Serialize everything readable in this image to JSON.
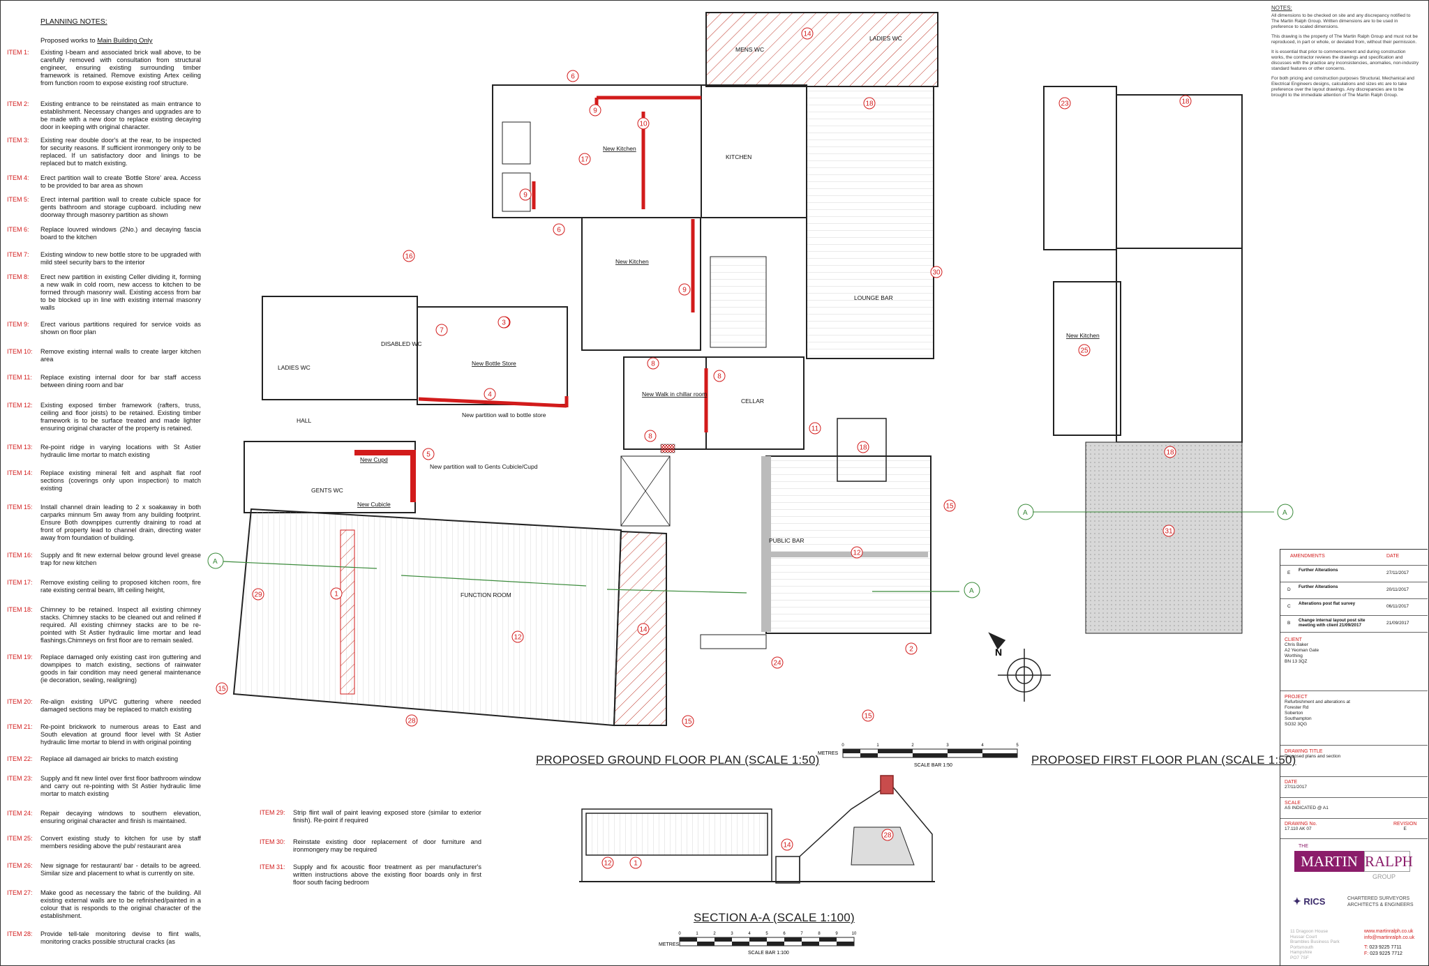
{
  "notes": {
    "title": "PLANNING NOTES:",
    "subtitle_prefix": "Proposed works to ",
    "subtitle_underlined": "Main Building Only",
    "items": [
      {
        "label": "ITEM 1:",
        "text": "Existing I-beam and associated brick wall above, to be carefully removed with consultation from structural engineer, ensuring existing surrounding timber framework is retained. Remove existing Artex ceiling from function room to expose existing roof structure."
      },
      {
        "label": "ITEM 2:",
        "text": "Existing entrance to be reinstated as main entrance to establishment. Necessary changes and upgrades are to be made with a new door to replace existing decaying door in keeping with original character."
      },
      {
        "label": "ITEM 3:",
        "text": "Existing rear double door's at the rear, to be inspected for security reasons. If sufficient ironmongery only to be replaced. If un satisfactory door and linings to be replaced but to match existing."
      },
      {
        "label": "ITEM 4:",
        "text": "Erect partition wall to create 'Bottle Store' area. Access to be provided to bar area as shown"
      },
      {
        "label": "ITEM 5:",
        "text": "Erect internal partition wall to create cubicle space for gents bathroom and storage cupboard. including new doorway through masonry partition as shown"
      },
      {
        "label": "ITEM 6:",
        "text": "Replace louvred windows (2No.) and decaying fascia board to the kitchen"
      },
      {
        "label": "ITEM 7:",
        "text": "Existing window to new bottle store to be upgraded with mild steel security bars to the interior"
      },
      {
        "label": "ITEM 8:",
        "text": "Erect new partition in existing Celler dividing it, forming a new walk in cold room, new access to kitchen to be formed through masonry wall. Existing access from bar to be blocked up in line with existing internal masonry walls"
      },
      {
        "label": "ITEM 9:",
        "text": "Erect various partitions required for service voids as shown on floor plan"
      },
      {
        "label": "ITEM 10:",
        "text": "Remove existing internal walls to create larger kitchen area"
      },
      {
        "label": "ITEM 11:",
        "text": "Replace existing internal door for bar staff access between dining room and bar"
      },
      {
        "label": "ITEM 12:",
        "text": "Existing exposed timber framework (rafters, truss, ceiling and floor joists) to be retained. Existing timber framework is to be surface treated and made lighter ensuring original character of the property is retained."
      },
      {
        "label": "ITEM 13:",
        "text": "Re-point ridge in varying locations with St Astier hydraulic lime mortar to match existing"
      },
      {
        "label": "ITEM 14:",
        "text": "Replace existing mineral felt and asphalt flat roof sections (coverings only upon inspection) to match existing"
      },
      {
        "label": "ITEM 15:",
        "text": "Install channel drain leading to 2 x soakaway in both carparks minnum 5m away from any building footprint. Ensure Both downpipes currently draining to road at front of property lead to channel drain, directing water away from foundation of building."
      },
      {
        "label": "ITEM 16:",
        "text": "Supply and fit new external below ground level grease trap for new kitchen"
      },
      {
        "label": "ITEM 17:",
        "text": "Remove existing ceiling to proposed kitchen room, fire rate existing central beam, lift ceiling height,"
      },
      {
        "label": "ITEM 18:",
        "text": "Chimney to be retained. Inspect all existing chimney stacks. Chimney stacks to be cleaned out and relined if required. All existing chimney stacks are to be re-pointed with St Astier hydraulic lime mortar and lead flashings.Chimneys on first floor are to remain sealed."
      },
      {
        "label": "ITEM 19:",
        "text": "Replace damaged only existing cast iron guttering and downpipes to match existing, sections of rainwater goods in fair condition may need general maintenance (ie decoration, sealing, realigning)"
      },
      {
        "label": "ITEM 20:",
        "text": "Re-align existing UPVC guttering where needed damaged sections may be replaced to match existing"
      },
      {
        "label": "ITEM 21:",
        "text": "Re-point brickwork to numerous areas to East and South elevation at ground floor level with St Astier hydraulic lime mortar to blend in with original pointing"
      },
      {
        "label": "ITEM 22:",
        "text": "Replace all damaged air bricks to match existing"
      },
      {
        "label": "ITEM 23:",
        "text": "Supply and fit new lintel over first floor bathroom window and carry out re-pointing with St Astier hydraulic lime mortar to match existing"
      },
      {
        "label": "ITEM 24:",
        "text": "Repair decaying windows to southern elevation, ensuring original character and finish is maintained."
      },
      {
        "label": "ITEM 25:",
        "text": "Convert existing study to kitchen for use by staff members residing above the pub/ restaurant area"
      },
      {
        "label": "ITEM 26:",
        "text": "New signage for restaurant/ bar - details to be agreed. Similar size and placement to what is currently on site."
      },
      {
        "label": "ITEM 27:",
        "text": "Make good as necessary the fabric of the building. All existing external walls are to be refinished/painted in a colour that is responds to the original character of the establishment."
      },
      {
        "label": "ITEM 28:",
        "text": "Provide tell-tale monitoring devise to flint walls, monitoring cracks possible structural cracks (as"
      }
    ],
    "items2": [
      {
        "label": "ITEM 29:",
        "text": "Strip flint wall of paint leaving exposed store (similar to exterior finish). Re-point if required"
      },
      {
        "label": "ITEM 30:",
        "text": "Reinstate existing door replacement of door furniture and ironmongery may be required"
      },
      {
        "label": "ITEM 31:",
        "text": "Supply and fix acoustic floor treatment as per manufacturer's written instructions above the existing floor boards only in first floor south facing bedroom"
      }
    ]
  },
  "right_notes": {
    "title": "NOTES:",
    "paragraphs": [
      "All dimensions to be checked on site and any discrepancy notified to The Martin Ralph Group. Written dimensions are to be used in preference to scaled dimensions.",
      "This drawing is the property of The Martin Ralph Group and must not be reproduced, in part or whole, or deviated from, without their permission.",
      "It is essential that prior to commencement and during construction works, the contractor reviews the drawings and specification and discusses with the practice any inconsistencies, anomalies, non-industry standard features or other concerns.",
      "For both pricing and construction purposes Structural, Mechanical and Electrical Engineers designs, calculations and sizes etc are to take preference over the layout drawings. Any discrepancies are to be brought to the immediate attention of The Martin Ralph Group."
    ]
  },
  "plans": {
    "ground_title": "PROPOSED GROUND FLOOR PLAN (SCALE 1:50)",
    "first_title": "PROPOSED FIRST FLOOR PLAN (SCALE 1:50)",
    "section_title": "SECTION A-A (SCALE 1:100)",
    "metres_label": "METRES",
    "scale_bar_1": "SCALE BAR 1:50",
    "scale_bar_2": "SCALE BAR 1:100",
    "scale_ticks_1": [
      "0",
      "1",
      "2",
      "3",
      "4",
      "5"
    ],
    "scale_ticks_2": [
      "0",
      "1",
      "2",
      "3",
      "4",
      "5",
      "6",
      "7",
      "8",
      "9",
      "10"
    ],
    "rooms": {
      "mens_wc": "MENS WC",
      "ladies_wc_top": "LADIES WC",
      "new_kitchen_1": "New Kitchen",
      "kitchen": "KITCHEN",
      "new_kitchen_2": "New Kitchen",
      "lounge_bar": "LOUNGE BAR",
      "disabled_wc": "DISABLED WC",
      "ladies_wc": "LADIES WC",
      "new_bottle_store": "New Bottle Store",
      "hall": "HALL",
      "new_walk_in": "New Walk in chillar room",
      "cellar": "CELLAR",
      "new_cupd": "New Cupd",
      "gents_wc": "GENTS WC",
      "new_cubicle": "New Cubicle",
      "function_room": "FUNCTION ROOM",
      "public_bar": "PUBLIC BAR",
      "new_kitchen_ff": "New Kitchen"
    },
    "annotations": {
      "partition_bottle": "New partition wall to bottle store",
      "partition_gents": "New partition wall to Gents Cubicle/Cupd"
    },
    "section_marker": "A"
  },
  "title_block": {
    "amendments_label": "AMENDMENTS",
    "date_label": "DATE",
    "amendments": [
      {
        "rev": "E",
        "desc": "Further Alterations",
        "date": "27/11/2017"
      },
      {
        "rev": "D",
        "desc": "Further Alterations",
        "date": "20/11/2017"
      },
      {
        "rev": "C",
        "desc": "Alterations post flat survey",
        "date": "06/11/2017"
      },
      {
        "rev": "B",
        "desc": "Change internal layout post site meeting with client 21/09/2017",
        "date": "21/09/2017"
      }
    ],
    "client_label": "CLIENT",
    "client_lines": [
      "Chris Baker",
      "A2 Yeoman Gate",
      "Worthing",
      "BN 13 3QZ"
    ],
    "project_label": "PROJECT",
    "project_lines": [
      "Refurbishment and alterations at",
      "Forester Rd",
      "Soberton",
      "Southampton",
      "SO32 3QG"
    ],
    "drawing_title_label": "DRAWING TITLE",
    "drawing_title": "Proposed plans and section",
    "date_field_label": "DATE",
    "date_value": "27/11/2017",
    "scale_label": "SCALE",
    "scale_value": "AS INDICATED @ A1",
    "drawing_no_label": "DRAWING No.",
    "drawing_no": "17.110 AK 07",
    "revision_label": "REVISION",
    "revision": "E",
    "logo_the": "THE",
    "logo_martin": "MARTIN",
    "logo_ralph": "RALPH",
    "logo_group": "GROUP",
    "rics": "RICS",
    "firm_lines": [
      "CHARTERED SURVEYORS",
      "ARCHITECTS & ENGINEERS"
    ],
    "address_lines": [
      "11 Dragoon House",
      "Hussar Court",
      "Brambles Business Park",
      "Portsmouth",
      "Hampshire",
      "PO7 7SF"
    ],
    "web": "www.martinralph.co.uk",
    "email": "info@martinralph.co.uk",
    "tel_label": "T:",
    "tel": "023 9225 7711",
    "fax_label": "F:",
    "fax": "023 9225 7712"
  },
  "colors": {
    "accent_red": "#d21b1b",
    "brand_purple": "#8b1c6a",
    "brand_grey": "#9a9a9a"
  }
}
